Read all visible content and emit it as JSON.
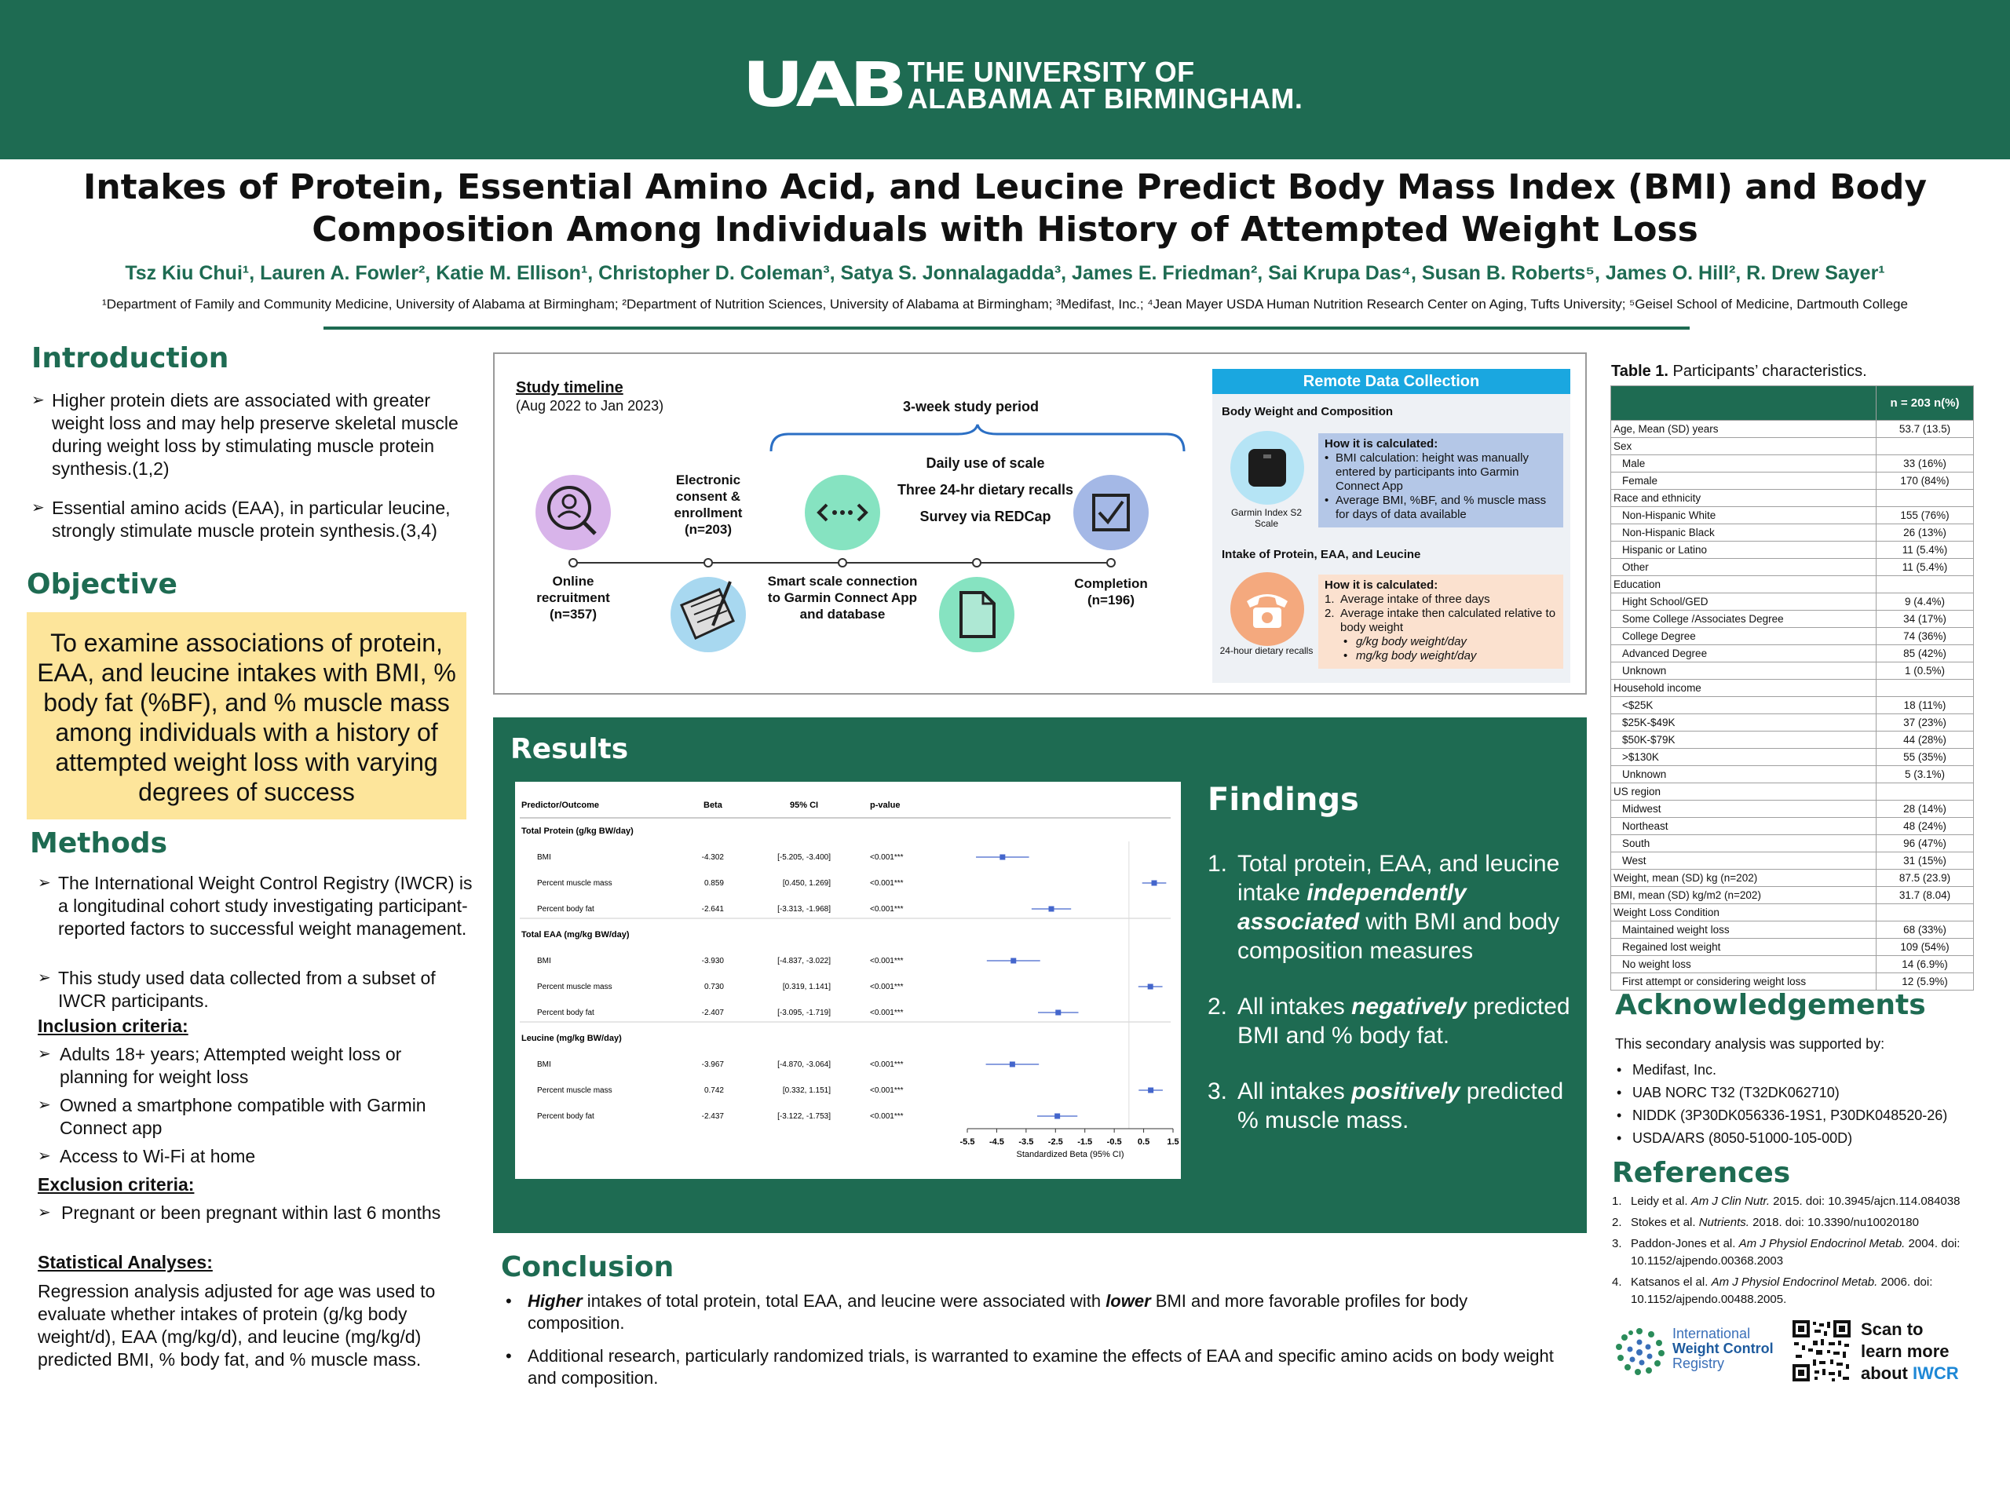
{
  "header": {
    "logo_mark": "UAB",
    "logo_line1": "THE UNIVERSITY OF",
    "logo_line2": "ALABAMA AT BIRMINGHAM."
  },
  "title": {
    "line1": "Intakes of Protein, Essential Amino Acid, and Leucine Predict Body Mass Index (BMI) and Body",
    "line2": "Composition Among Individuals with History of Attempted Weight Loss"
  },
  "authors": "Tsz Kiu Chui¹, Lauren A. Fowler², Katie M. Ellison¹, Christopher D. Coleman³, Satya S. Jonnalagadda³, James E. Friedman², Sai Krupa Das⁴, Susan B. Roberts⁵, James O. Hill², R. Drew Sayer¹",
  "affiliations": "¹Department of Family and Community Medicine, University of Alabama at Birmingham; ²Department of Nutrition Sciences, University of Alabama at Birmingham; ³Medifast, Inc.; ⁴Jean Mayer USDA Human Nutrition Research Center on Aging, Tufts University; ⁵Geisel School of Medicine, Dartmouth College",
  "introduction": {
    "heading": "Introduction",
    "bullets": [
      "Higher protein diets are associated with greater weight loss and may help preserve skeletal muscle during weight loss by stimulating muscle protein synthesis.(1,2)",
      "Essential amino acids (EAA), in particular leucine, strongly stimulate muscle protein synthesis.(3,4)"
    ]
  },
  "objective": {
    "heading": "Objective",
    "text": "To examine associations of protein, EAA, and leucine intakes with BMI, % body fat (%BF), and % muscle mass among individuals with a history of attempted weight loss with varying degrees of success"
  },
  "methods": {
    "heading": "Methods",
    "bullets": [
      "The International Weight Control Registry (IWCR) is a longitudinal cohort study investigating participant-reported factors to successful weight management.",
      "This study used data collected from a subset of IWCR participants."
    ],
    "inclusion_label": "Inclusion criteria:",
    "inclusion": [
      "Adults 18+ years; Attempted weight loss or planning for weight loss",
      "Owned a smartphone compatible with Garmin Connect app",
      "Access to Wi-Fi at home"
    ],
    "exclusion_label": "Exclusion criteria:",
    "exclusion": [
      "Pregnant or been pregnant within last 6 months"
    ],
    "stats_label": "Statistical Analyses:",
    "stats_text": "Regression analysis adjusted for age was used to evaluate whether intakes of protein (g/kg body weight/d), EAA (mg/kg/d), and leucine (mg/kg/d) predicted BMI, % body fat, and % muscle mass."
  },
  "timeline": {
    "title": "Study timeline",
    "dates": "(Aug 2022 to Jan 2023)",
    "period": "3-week study period",
    "activities": [
      "Daily use of scale",
      "Three 24-hr dietary recalls",
      "Survey via REDCap"
    ],
    "steps": [
      {
        "label": "Online recruitment (n=357)"
      },
      {
        "label": "Electronic consent & enrollment (n=203)"
      },
      {
        "label": "Smart scale connection to Garmin Connect App and database"
      },
      {
        "label": "Completion (n=196)"
      }
    ]
  },
  "remote": {
    "title": "Remote Data Collection",
    "section1": "Body Weight and Composition",
    "device1": "Garmin Index S2 Scale",
    "calc_title": "How it is calculated:",
    "calc1": [
      "BMI calculation: height was manually entered by participants into Garmin Connect App",
      "Average BMI, %BF, and % muscle mass for days of data available"
    ],
    "section2": "Intake of Protein, EAA, and Leucine",
    "device2": "24-hour dietary recalls",
    "calc2": [
      "Average intake of three days",
      "Average intake then calculated relative to body weight"
    ],
    "calc2_sub": [
      "g/kg body weight/day",
      "mg/kg body weight/day"
    ]
  },
  "results": {
    "heading": "Results",
    "col_headers": [
      "Predictor/Outcome",
      "Beta",
      "95% CI",
      "p-value"
    ],
    "axis_label": "Standardized Beta (95% CI)"
  },
  "chart_data": {
    "type": "forest",
    "xlim": [
      -5.5,
      1.5
    ],
    "xticks": [
      "-5.5",
      "-4.5",
      "-3.5",
      "-2.5",
      "-1.5",
      "-0.5",
      "0.5",
      "1.5"
    ],
    "xlabel": "Standardized Beta (95% CI)",
    "groups": [
      {
        "name": "Total Protein (g/kg BW/day)",
        "rows": [
          {
            "outcome": "BMI",
            "beta": -4.302,
            "beta_text": "-4.302",
            "lo": -5.205,
            "hi": -3.4,
            "ci_text": "[-5.205, -3.400]",
            "p": "<0.001***"
          },
          {
            "outcome": "Percent muscle mass",
            "beta": 0.859,
            "beta_text": "0.859",
            "lo": 0.45,
            "hi": 1.269,
            "ci_text": "[0.450, 1.269]",
            "p": "<0.001***"
          },
          {
            "outcome": "Percent body fat",
            "beta": -2.641,
            "beta_text": "-2.641",
            "lo": -3.313,
            "hi": -1.968,
            "ci_text": "[-3.313, -1.968]",
            "p": "<0.001***"
          }
        ]
      },
      {
        "name": "Total EAA (mg/kg BW/day)",
        "rows": [
          {
            "outcome": "BMI",
            "beta": -3.93,
            "beta_text": "-3.930",
            "lo": -4.837,
            "hi": -3.022,
            "ci_text": "[-4.837, -3.022]",
            "p": "<0.001***"
          },
          {
            "outcome": "Percent muscle mass",
            "beta": 0.73,
            "beta_text": "0.730",
            "lo": 0.319,
            "hi": 1.141,
            "ci_text": "[0.319, 1.141]",
            "p": "<0.001***"
          },
          {
            "outcome": "Percent body fat",
            "beta": -2.407,
            "beta_text": "-2.407",
            "lo": -3.095,
            "hi": -1.719,
            "ci_text": "[-3.095, -1.719]",
            "p": "<0.001***"
          }
        ]
      },
      {
        "name": "Leucine (mg/kg BW/day)",
        "rows": [
          {
            "outcome": "BMI",
            "beta": -3.967,
            "beta_text": "-3.967",
            "lo": -4.87,
            "hi": -3.064,
            "ci_text": "[-4.870, -3.064]",
            "p": "<0.001***"
          },
          {
            "outcome": "Percent muscle mass",
            "beta": 0.742,
            "beta_text": "0.742",
            "lo": 0.332,
            "hi": 1.151,
            "ci_text": "[0.332, 1.151]",
            "p": "<0.001***"
          },
          {
            "outcome": "Percent body fat",
            "beta": -2.437,
            "beta_text": "-2.437",
            "lo": -3.122,
            "hi": -1.753,
            "ci_text": "[-3.122, -1.753]",
            "p": "<0.001***"
          }
        ]
      }
    ],
    "point_color": "#4466cc"
  },
  "findings": {
    "heading": "Findings",
    "items": [
      {
        "num": "1.",
        "pre": "Total protein, EAA, and leucine intake ",
        "em": "independently associated",
        "post": " with BMI and body composition measures"
      },
      {
        "num": "2.",
        "pre": "All intakes ",
        "em": "negatively",
        "post": " predicted BMI and % body fat."
      },
      {
        "num": "3.",
        "pre": "All intakes ",
        "em": "positively",
        "post": " predicted % muscle mass."
      }
    ]
  },
  "conclusion": {
    "heading": "Conclusion",
    "b1_em1": "Higher",
    "b1_mid": " intakes of total protein, total EAA, and leucine were associated with ",
    "b1_em2": "lower",
    "b1_post": " BMI and more favorable profiles for body composition.",
    "b2": "Additional research, particularly randomized trials, is warranted to examine the effects of EAA and specific amino acids on body weight and composition."
  },
  "table1": {
    "caption_bold": "Table 1.",
    "caption": " Participants’ characteristics.",
    "header": "n = 203 n(%)",
    "rows": [
      {
        "label": "Age, Mean (SD) years",
        "value": "53.7 (13.5)",
        "sub": false
      },
      {
        "label": "Sex",
        "value": "",
        "sub": false
      },
      {
        "label": "Male",
        "value": "33 (16%)",
        "sub": true
      },
      {
        "label": "Female",
        "value": "170 (84%)",
        "sub": true
      },
      {
        "label": "Race and ethnicity",
        "value": "",
        "sub": false
      },
      {
        "label": "Non-Hispanic White",
        "value": "155 (76%)",
        "sub": true
      },
      {
        "label": "Non-Hispanic Black",
        "value": "26 (13%)",
        "sub": true
      },
      {
        "label": "Hispanic or Latino",
        "value": "11 (5.4%)",
        "sub": true
      },
      {
        "label": "Other",
        "value": "11 (5.4%)",
        "sub": true
      },
      {
        "label": "Education",
        "value": "",
        "sub": false
      },
      {
        "label": "Hight School/GED",
        "value": "9 (4.4%)",
        "sub": true
      },
      {
        "label": "Some College /Associates Degree",
        "value": "34 (17%)",
        "sub": true
      },
      {
        "label": "College Degree",
        "value": "74 (36%)",
        "sub": true
      },
      {
        "label": "Advanced Degree",
        "value": "85 (42%)",
        "sub": true
      },
      {
        "label": "Unknown",
        "value": "1 (0.5%)",
        "sub": true
      },
      {
        "label": "Household income",
        "value": "",
        "sub": false
      },
      {
        "label": "<$25K",
        "value": "18 (11%)",
        "sub": true
      },
      {
        "label": "$25K-$49K",
        "value": "37 (23%)",
        "sub": true
      },
      {
        "label": "$50K-$79K",
        "value": "44 (28%)",
        "sub": true
      },
      {
        "label": ">$130K",
        "value": "55 (35%)",
        "sub": true
      },
      {
        "label": "Unknown",
        "value": "5 (3.1%)",
        "sub": true
      },
      {
        "label": "US region",
        "value": "",
        "sub": false
      },
      {
        "label": "Midwest",
        "value": "28 (14%)",
        "sub": true
      },
      {
        "label": "Northeast",
        "value": "48 (24%)",
        "sub": true
      },
      {
        "label": "South",
        "value": "96 (47%)",
        "sub": true
      },
      {
        "label": "West",
        "value": "31 (15%)",
        "sub": true
      },
      {
        "label": "Weight, mean (SD) kg (n=202)",
        "value": "87.5 (23.9)",
        "sub": false
      },
      {
        "label": "BMI, mean (SD) kg/m2 (n=202)",
        "value": "31.7 (8.04)",
        "sub": false
      },
      {
        "label": "Weight Loss Condition",
        "value": "",
        "sub": false
      },
      {
        "label": "Maintained weight loss",
        "value": "68 (33%)",
        "sub": true
      },
      {
        "label": "Regained lost weight",
        "value": "109 (54%)",
        "sub": true
      },
      {
        "label": "No weight loss",
        "value": "14 (6.9%)",
        "sub": true
      },
      {
        "label": "First attempt or considering weight loss",
        "value": "12 (5.9%)",
        "sub": true
      }
    ]
  },
  "acknowledgements": {
    "heading": "Acknowledgements",
    "intro": "This secondary analysis was supported by:",
    "items": [
      "Medifast, Inc.",
      "UAB NORC T32 (T32DK062710)",
      "NIDDK (3P30DK056336-19S1, P30DK048520-26)",
      "USDA/ARS (8050-51000-105-00D)"
    ]
  },
  "references": {
    "heading": "References",
    "items": [
      {
        "a": "Leidy et al. ",
        "j": "Am J Clin Nutr.",
        "b": " 2015. doi: 10.3945/ajcn.114.084038"
      },
      {
        "a": "Stokes et al. ",
        "j": "Nutrients.",
        "b": " 2018. doi: 10.3390/nu10020180"
      },
      {
        "a": "Paddon-Jones et al. ",
        "j": "Am J Physiol Endocrinol Metab.",
        "b": " 2004. doi: 10.1152/ajpendo.00368.2003"
      },
      {
        "a": "Katsanos el al. ",
        "j": "Am J Physiol Endocrinol Metab.",
        "b": " 2006. doi: 10.1152/ajpendo.00488.2005."
      }
    ]
  },
  "footer": {
    "iwcr_line1": "International",
    "iwcr_line2": "Weight Control",
    "iwcr_line3": "Registry",
    "scan_line1": "Scan to",
    "scan_line2": "learn more",
    "scan_line3a": "about ",
    "scan_line3b": "IWCR"
  }
}
